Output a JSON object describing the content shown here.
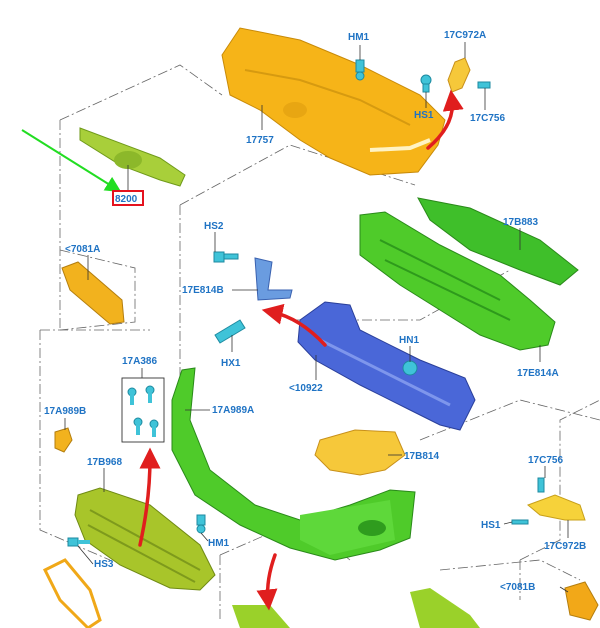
{
  "diagram": {
    "labels": {
      "hm1_top": "HM1",
      "c972a": "17C972A",
      "hs1_top": "HS1",
      "c756_top": "17C756",
      "p17757": "17757",
      "p8200": "8200",
      "p7081a": "<7081A",
      "hs2": "HS2",
      "e814b": "17E814B",
      "b883": "17B883",
      "hx1": "HX1",
      "hn1": "HN1",
      "p10922": "<10922",
      "e814a": "17E814A",
      "a386": "17A386",
      "a989b": "17A989B",
      "a989a": "17A989A",
      "b968": "17B968",
      "b814": "17B814",
      "c756_bot": "17C756",
      "hs1_bot": "HS1",
      "c972b": "17C972B",
      "hm1_bot": "HM1",
      "hs3": "HS3",
      "p7081b": "<7081B"
    },
    "colors": {
      "yellow": "#f6b418",
      "green": "#4fcb2a",
      "blue": "#4a67d8",
      "cyan": "#3fc3d8",
      "olive": "#a8cf3a",
      "label": "#1f73c4",
      "arrow": "#e01e1e",
      "highlight": "#e4121e",
      "pointer": "#22dd22"
    }
  }
}
